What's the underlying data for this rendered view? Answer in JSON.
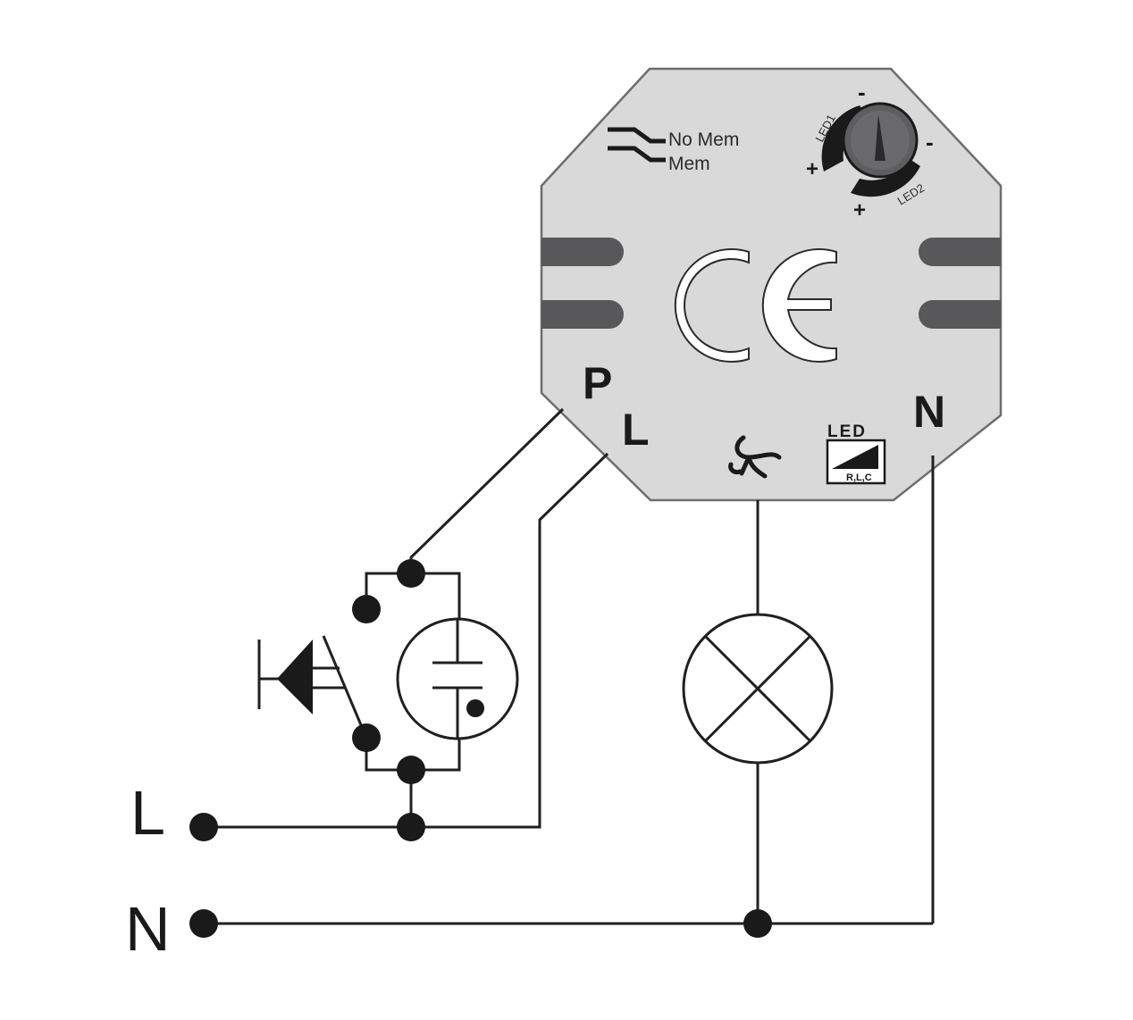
{
  "module": {
    "mode_labels": {
      "no_mem": "No Mem",
      "mem": "Mem"
    },
    "dial": {
      "led1_label": "LED1",
      "led2_label": "LED2",
      "plus": "+",
      "minus": "-"
    },
    "terminals": {
      "p": "P",
      "l": "L",
      "n": "N"
    },
    "led_badge": {
      "title": "LED",
      "sub": "R,L,C"
    },
    "colors": {
      "body": "#d9d9d9",
      "body_stroke": "#6d6d6d",
      "slot": "#58575a",
      "text": "#1a1a1a"
    }
  },
  "supply": {
    "line_label": "L",
    "neutral_label": "N"
  },
  "components": {
    "pushbutton": "pushbutton-icon",
    "bell_push": "illuminated-push-icon",
    "lamp": "lamp-icon",
    "fan_symbol": "fan-icon",
    "ce_mark": "ce-mark-icon"
  }
}
